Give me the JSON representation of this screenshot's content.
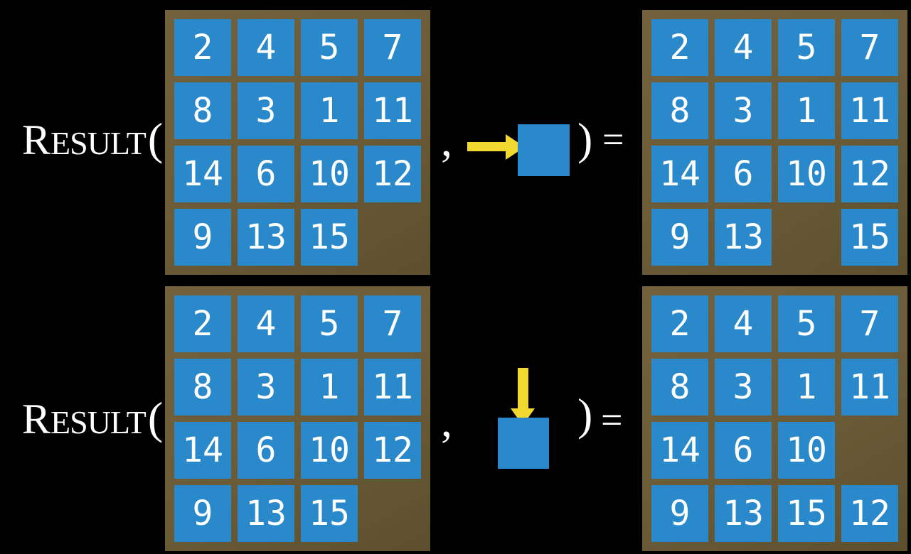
{
  "colors": {
    "background": "#000000",
    "frame_brown": "#6b5b37",
    "frame_brown_light": "#72613c",
    "frame_brown_dark": "#5d4f2e",
    "tile_blue": "#2a89ca",
    "arrow_yellow": "#f2d92f",
    "text_white": "#ffffff"
  },
  "rows": [
    {
      "function_initial": "R",
      "function_rest": "ESULT",
      "open_paren": "(",
      "comma": ",",
      "move_direction": "right",
      "close_paren": ")",
      "equals": "=",
      "input_grid": [
        [
          "2",
          "4",
          "5",
          "7"
        ],
        [
          "8",
          "3",
          "1",
          "11"
        ],
        [
          "14",
          "6",
          "10",
          "12"
        ],
        [
          "9",
          "13",
          "15",
          ""
        ]
      ],
      "output_grid": [
        [
          "2",
          "4",
          "5",
          "7"
        ],
        [
          "8",
          "3",
          "1",
          "11"
        ],
        [
          "14",
          "6",
          "10",
          "12"
        ],
        [
          "9",
          "13",
          "",
          "15"
        ]
      ]
    },
    {
      "function_initial": "R",
      "function_rest": "ESULT",
      "open_paren": "(",
      "comma": ",",
      "move_direction": "down",
      "close_paren": ")",
      "equals": "=",
      "input_grid": [
        [
          "2",
          "4",
          "5",
          "7"
        ],
        [
          "8",
          "3",
          "1",
          "11"
        ],
        [
          "14",
          "6",
          "10",
          "12"
        ],
        [
          "9",
          "13",
          "15",
          ""
        ]
      ],
      "output_grid": [
        [
          "2",
          "4",
          "5",
          "7"
        ],
        [
          "8",
          "3",
          "1",
          "11"
        ],
        [
          "14",
          "6",
          "10",
          ""
        ],
        [
          "9",
          "13",
          "15",
          "12"
        ]
      ]
    }
  ]
}
